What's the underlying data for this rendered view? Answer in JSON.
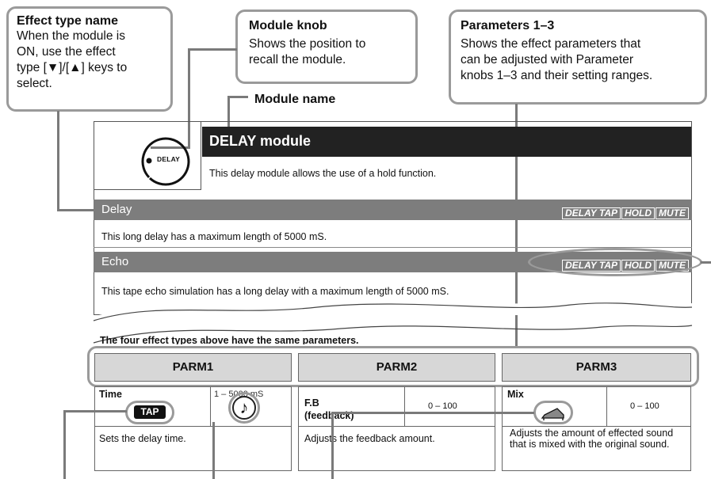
{
  "callouts": {
    "effect_type_name": {
      "title": "Effect type name",
      "lines": [
        "When the module is",
        "ON, use the effect",
        "type [▼]/[▲] keys to",
        "select."
      ]
    },
    "module_knob": {
      "title": "Module knob",
      "lines": [
        "Shows the position to",
        "recall the module."
      ]
    },
    "parameters": {
      "title": "Parameters 1–3",
      "lines": [
        "Shows the effect parameters that",
        "can be adjusted with Parameter",
        "knobs 1–3 and their setting ranges."
      ]
    },
    "module_name_label": "Module name"
  },
  "module": {
    "knob_label": "DELAY",
    "title": "DELAY module",
    "description": "This delay module allows the use of a hold function."
  },
  "effects": [
    {
      "name": "Delay",
      "tags": [
        "DELAY TAP",
        "HOLD",
        "MUTE"
      ],
      "description": "This long delay has a maximum length of 5000 mS."
    },
    {
      "name": "Echo",
      "tags": [
        "DELAY TAP",
        "HOLD",
        "MUTE"
      ],
      "description": "This tape echo simulation has a long delay with a maximum length of 5000 mS."
    }
  ],
  "note": "The four effect types above have the same parameters.",
  "params": [
    {
      "header": "PARM1",
      "name": "Time",
      "range": "1 – 5000 mS",
      "icon": "tap-badge",
      "icon_text": "TAP",
      "range_icon": "note-icon",
      "description": "Sets the delay time."
    },
    {
      "header": "PARM2",
      "name": "F.B\n(feedback)",
      "range": "0 – 100",
      "description": "Adjusts the feedback amount."
    },
    {
      "header": "PARM3",
      "name": "Mix",
      "range": "0 – 100",
      "icon": "pedal-icon",
      "description": "Adjusts the amount of effected sound that is mixed with the original sound."
    }
  ],
  "colors": {
    "callout_border": "#9a9a9a",
    "band_gray": "#7d7d7d",
    "module_header": "#222222",
    "param_header": "#d7d7d7"
  }
}
